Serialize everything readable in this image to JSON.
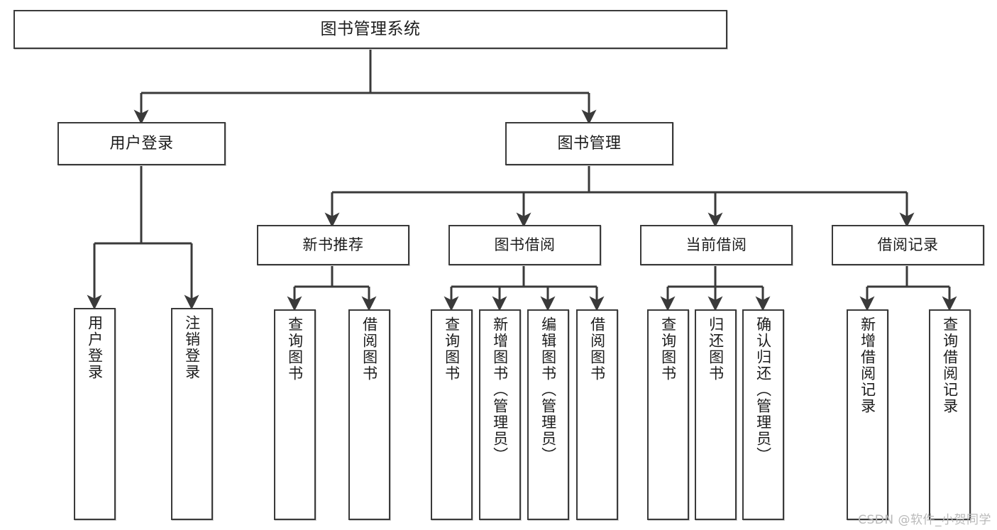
{
  "diagram": {
    "title": "图书管理系统",
    "type": "tree-hierarchy-chart",
    "watermark": "CSDN @软件_小贺同学",
    "colors": {
      "stroke": "#3a3a3a",
      "box_fill": "#ffffff",
      "text": "#1c1c1c",
      "background": "#ffffff",
      "watermark": "#b9b9b9"
    },
    "nodes": {
      "root": {
        "label": "图书管理系统"
      },
      "level1": [
        {
          "id": "user-login",
          "label": "用户登录"
        },
        {
          "id": "book-manage",
          "label": "图书管理"
        }
      ],
      "level2": [
        {
          "id": "new-book-recommend",
          "label": "新书推荐"
        },
        {
          "id": "book-borrow",
          "label": "图书借阅"
        },
        {
          "id": "current-borrow",
          "label": "当前借阅"
        },
        {
          "id": "borrow-record",
          "label": "借阅记录"
        }
      ],
      "leaves": [
        {
          "id": "leaf-user-login",
          "label": "用户登录",
          "parent": "user-login"
        },
        {
          "id": "leaf-logout",
          "label": "注销登录",
          "parent": "user-login"
        },
        {
          "id": "leaf-query-book-1",
          "label": "查询图书",
          "parent": "new-book-recommend"
        },
        {
          "id": "leaf-borrow-book-1",
          "label": "借阅图书",
          "parent": "new-book-recommend"
        },
        {
          "id": "leaf-query-book-2",
          "label": "查询图书",
          "parent": "book-borrow"
        },
        {
          "id": "leaf-add-book",
          "label": "新增图书（管理员）",
          "parent": "book-borrow"
        },
        {
          "id": "leaf-edit-book",
          "label": "编辑图书（管理员）",
          "parent": "book-borrow"
        },
        {
          "id": "leaf-borrow-book-2",
          "label": "借阅图书",
          "parent": "book-borrow"
        },
        {
          "id": "leaf-query-book-3",
          "label": "查询图书",
          "parent": "current-borrow"
        },
        {
          "id": "leaf-return-book",
          "label": "归还图书",
          "parent": "current-borrow"
        },
        {
          "id": "leaf-confirm-return",
          "label": "确认归还（管理员）",
          "parent": "current-borrow"
        },
        {
          "id": "leaf-add-record",
          "label": "新增借阅记录",
          "parent": "borrow-record"
        },
        {
          "id": "leaf-query-record",
          "label": "查询借阅记录",
          "parent": "borrow-record"
        }
      ]
    }
  }
}
